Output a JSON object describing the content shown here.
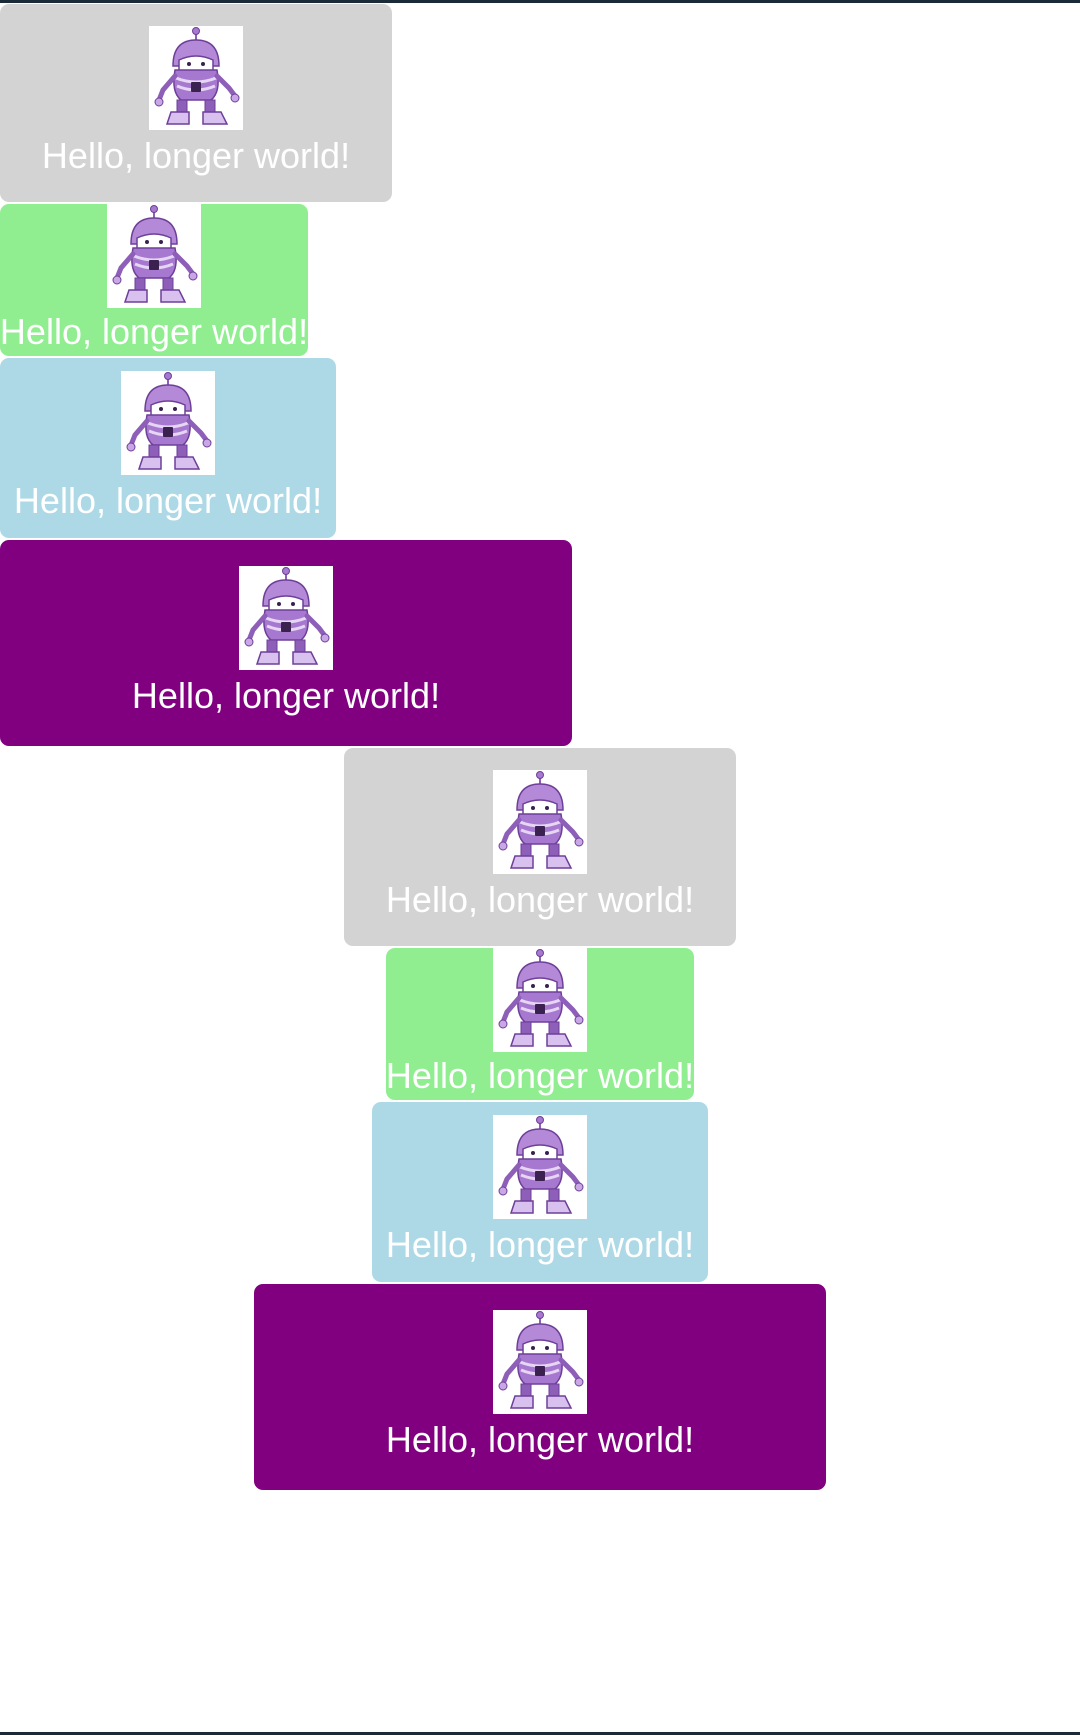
{
  "colors": {
    "gray": "#d3d3d3",
    "green": "#90ee90",
    "blue": "#add8e6",
    "purple": "#800080",
    "text": "#ffffff"
  },
  "icon": "dotnet-bot-icon",
  "left_column": [
    {
      "label": "Hello, longer world!",
      "color": "#d3d3d3"
    },
    {
      "label": "Hello, longer world!",
      "color": "#90ee90"
    },
    {
      "label": "Hello, longer world!",
      "color": "#add8e6"
    },
    {
      "label": "Hello, longer world!",
      "color": "#800080"
    }
  ],
  "right_column": [
    {
      "label": "Hello, longer world!",
      "color": "#d3d3d3"
    },
    {
      "label": "Hello, longer world!",
      "color": "#90ee90"
    },
    {
      "label": "Hello, longer world!",
      "color": "#add8e6"
    },
    {
      "label": "Hello, longer world!",
      "color": "#800080"
    }
  ]
}
